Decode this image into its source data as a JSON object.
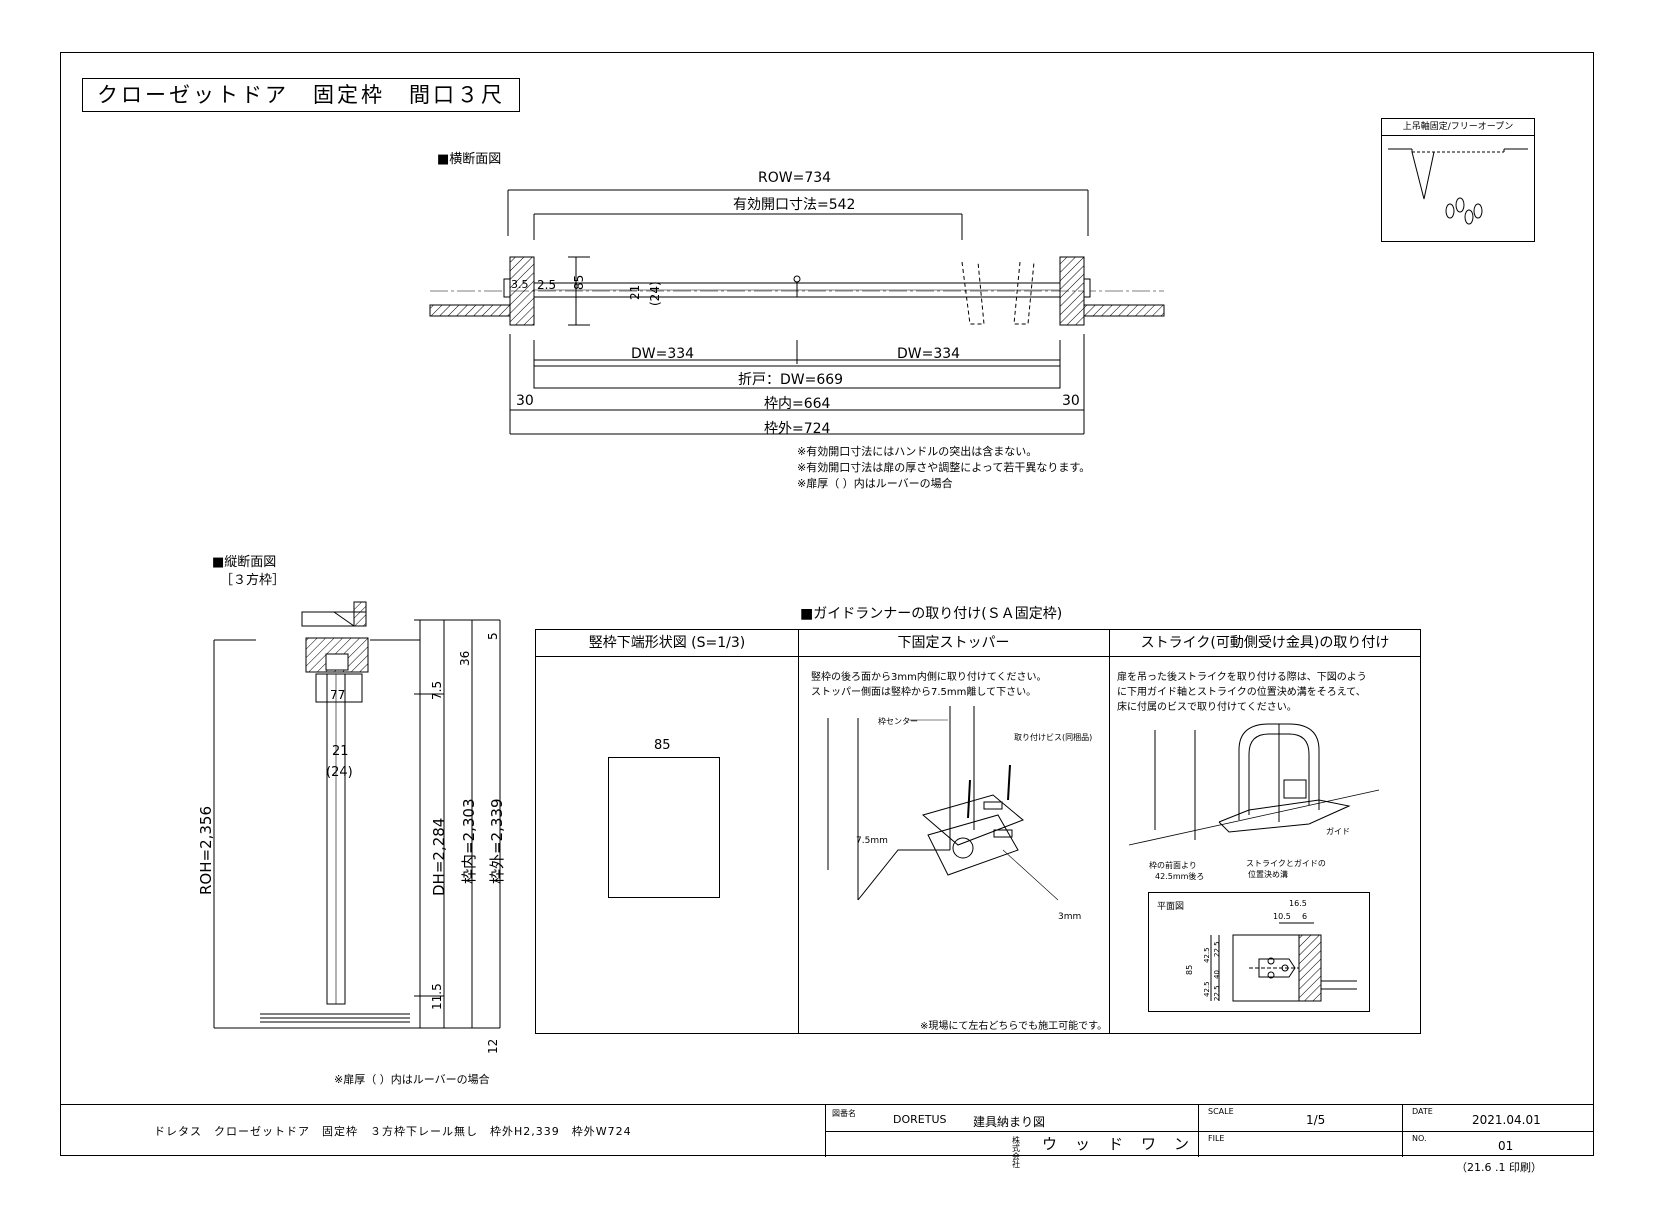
{
  "title": "クローゼットドア　固定枠　間口３尺",
  "legend_box": {
    "label": "上吊軸固定/フリーオープン"
  },
  "cross_section": {
    "heading": "■横断面図",
    "row": "ROW=734",
    "effective_opening": "有効開口寸法=542",
    "frame_thickness_a": "3.5",
    "frame_thickness_b": "2.5",
    "depth": "85",
    "door_thickness": "21",
    "door_thickness_louver": "(24)",
    "dw_left": "DW=334",
    "dw_right": "DW=334",
    "folding_door": "折戸：DW=669",
    "frame_inner": "枠内=664",
    "frame_outer": "枠外=724",
    "side_left": "30",
    "side_right": "30",
    "notes": [
      "※有効開口寸法にはハンドルの突出は含まない。",
      "※有効開口寸法は扉の厚さや調整によって若干異なります。",
      "※扉厚（ ）内はルーバーの場合"
    ]
  },
  "vertical_section": {
    "heading": "■縦断面図",
    "sub": "［３方枠］",
    "roh": "ROH=2,356",
    "dh": "DH=2,284",
    "frame_inner": "枠内=2,303",
    "frame_outer": "枠外=2,339",
    "top_gap": "5",
    "head_depth": "36",
    "offset_top": "7.5",
    "offset_bottom": "11.5",
    "bottom_gap": "12",
    "runner": "77",
    "door_thickness": "21",
    "door_thickness_louver": "(24)",
    "note": "※扉厚（ ）内はルーバーの場合"
  },
  "guide_runner": {
    "heading": "■ガイドランナーの取り付け(ＳＡ固定枠)",
    "col1": {
      "header": "竪枠下端形状図 (S=1/3)",
      "width": "85"
    },
    "col2": {
      "header": "下固定ストッパー",
      "text1": "竪枠の後ろ面から3mm内側に取り付けてください。",
      "text2": "ストッパー側面は竪枠から7.5mm離して下さい。",
      "label_center": "枠センター",
      "label_screw": "取り付けビス(同梱品)",
      "label_75": "7.5mm",
      "label_3": "3mm",
      "note": "※現場にて左右どちらでも施工可能です。"
    },
    "col3": {
      "header": "ストライク(可動側受け金具)の取り付け",
      "text1": "扉を吊った後ストライクを取り付ける際は、下図のよう",
      "text2": "に下用ガイド軸とストライクの位置決め溝をそろえて、",
      "text3": "床に付属のビスで取り付けてください。",
      "label_guide": "ガイド",
      "label_front1": "枠の前面より",
      "label_front2": "42.5mm後ろ",
      "label_groove1": "ストライクとガイドの",
      "label_groove2": "位置決め溝",
      "plan_title": "平面図",
      "d165": "16.5",
      "d105": "10.5",
      "d6": "6",
      "d85": "85",
      "d425": "42.5",
      "d225": "22.5",
      "d40": "40"
    }
  },
  "title_block": {
    "description": "ドレタス　クローゼットドア　固定枠　３方枠下レール無し　枠外H2,339　枠外W724",
    "drawing_name_label": "図番名",
    "product": "DORETUS",
    "drawing_type": "建具納まり図",
    "company_prefix": "株式会社",
    "company": "ウッドワン",
    "scale_label": "SCALE",
    "scale": "1/5",
    "file_label": "FILE",
    "date_label": "DATE",
    "date": "2021.04.01",
    "no_label": "NO.",
    "no": "01"
  },
  "print_note": "（21.6 .1 印刷）"
}
